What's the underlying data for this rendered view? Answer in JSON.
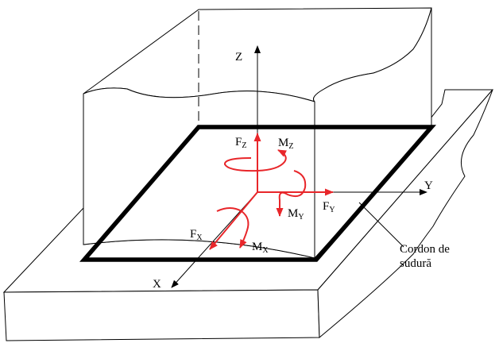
{
  "axes": {
    "z_label": "Z",
    "y_label": "Y",
    "x_label": "X"
  },
  "loads": {
    "fz": {
      "main": "F",
      "sub": "Z"
    },
    "mz": {
      "main": "M",
      "sub": "Z"
    },
    "fy": {
      "main": "F",
      "sub": "Y"
    },
    "my": {
      "main": "M",
      "sub": "Y"
    },
    "fx": {
      "main": "F",
      "sub": "X"
    },
    "mx": {
      "main": "M",
      "sub": "X"
    }
  },
  "callout": {
    "line1": "Cordon de",
    "line2": "sudură"
  },
  "colors": {
    "load_arrows": "#e8262a",
    "weld": "#000000",
    "outline": "#000000"
  }
}
